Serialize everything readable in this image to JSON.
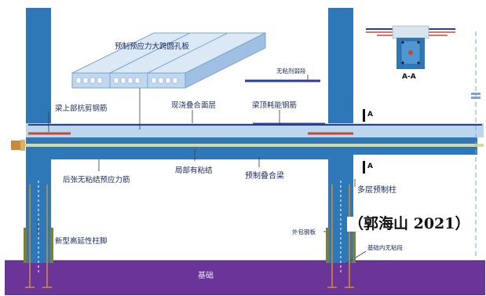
{
  "labels": {
    "hollow_slab": "预制预应力大跨圆孔板",
    "unbonded_section_top": "无粘剂弱段",
    "shear_rebar": "梁上部抗剪钢筋",
    "cast_layer": "现浇叠合面层",
    "energy_rebar": "梁顶耗能钢筋",
    "section_mark_top": "A",
    "section_mark_bottom": "A",
    "post_tension": "后张无粘结预应力筋",
    "partial_bond": "局部有粘结",
    "composite_beam": "预制叠合梁",
    "multi_column": "多层预制柱",
    "column_foot": "新型高延性柱脚",
    "outer_steel": "外包钢板",
    "foundation_unbonded": "基础内无粘段",
    "foundation": "基础",
    "section_view": "A-A"
  },
  "attribution": "（郭海山 2021）",
  "colors": {
    "column": "#2f78b8",
    "beam_light": "#bcd6ee",
    "beam_dark": "#2f78b8",
    "tendon": "#d9d8a0",
    "foundation": "#6a3498",
    "rebar_red": "#c24a3a",
    "rebar_navy": "#2c3f8f"
  }
}
